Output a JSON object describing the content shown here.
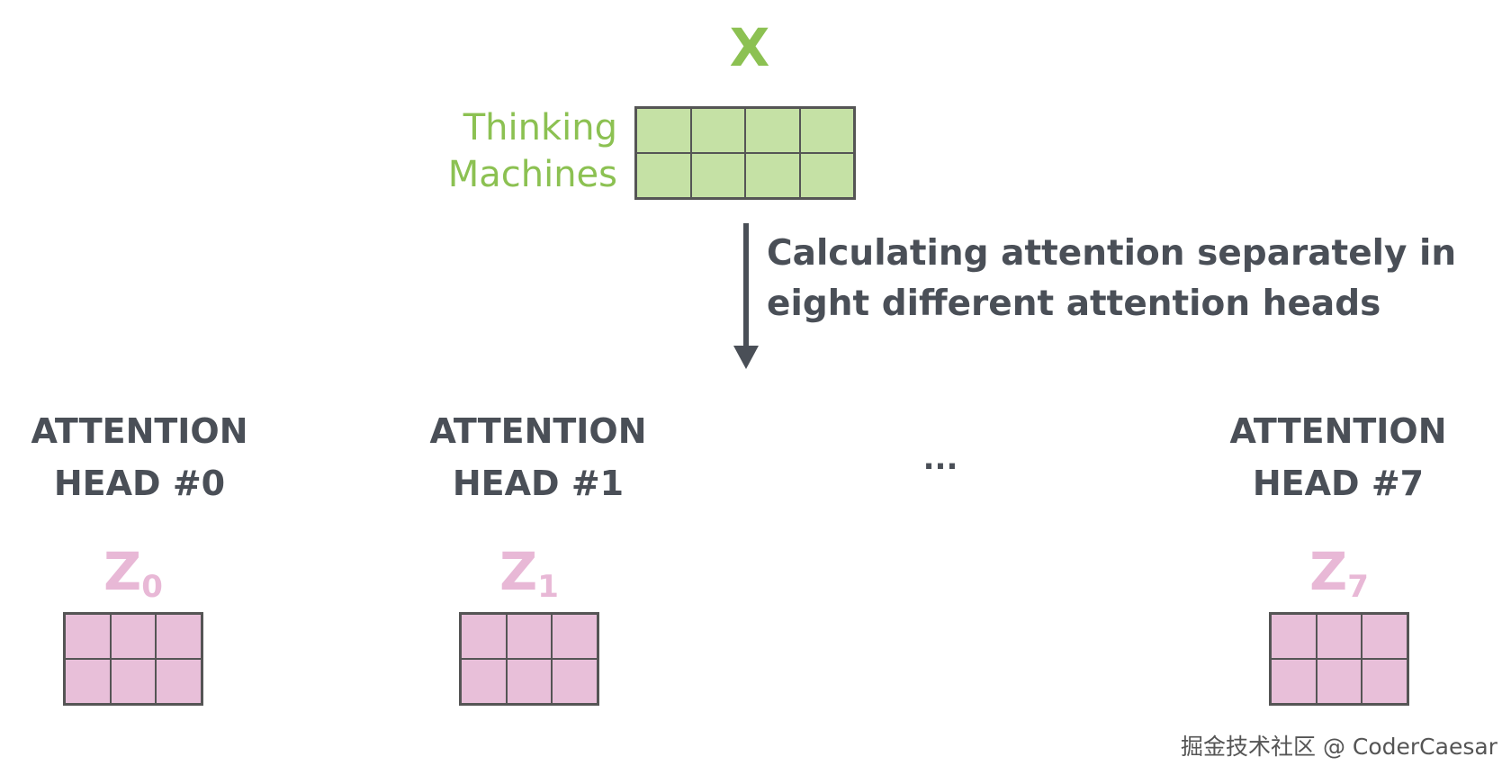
{
  "input": {
    "label": "X",
    "words": [
      "Thinking",
      "Machines"
    ]
  },
  "caption": {
    "line1": "Calculating attention separately in",
    "line2": "eight different attention heads"
  },
  "heads": [
    {
      "line1": "ATTENTION",
      "line2": "HEAD #0",
      "z_letter": "Z",
      "z_sub": "0"
    },
    {
      "line1": "ATTENTION",
      "line2": "HEAD #1",
      "z_letter": "Z",
      "z_sub": "1"
    },
    {
      "line1": "ATTENTION",
      "line2": "HEAD #7",
      "z_letter": "Z",
      "z_sub": "7"
    }
  ],
  "ellipsis": "...",
  "watermark": "掘金技术社区 @ CoderCaesar",
  "colors": {
    "input_green": "#8cc152",
    "input_cell": "#c5e1a5",
    "z_pink": "#e8b8d6",
    "z_cell": "#e8bfd9",
    "text_gray": "#4a4f57"
  }
}
